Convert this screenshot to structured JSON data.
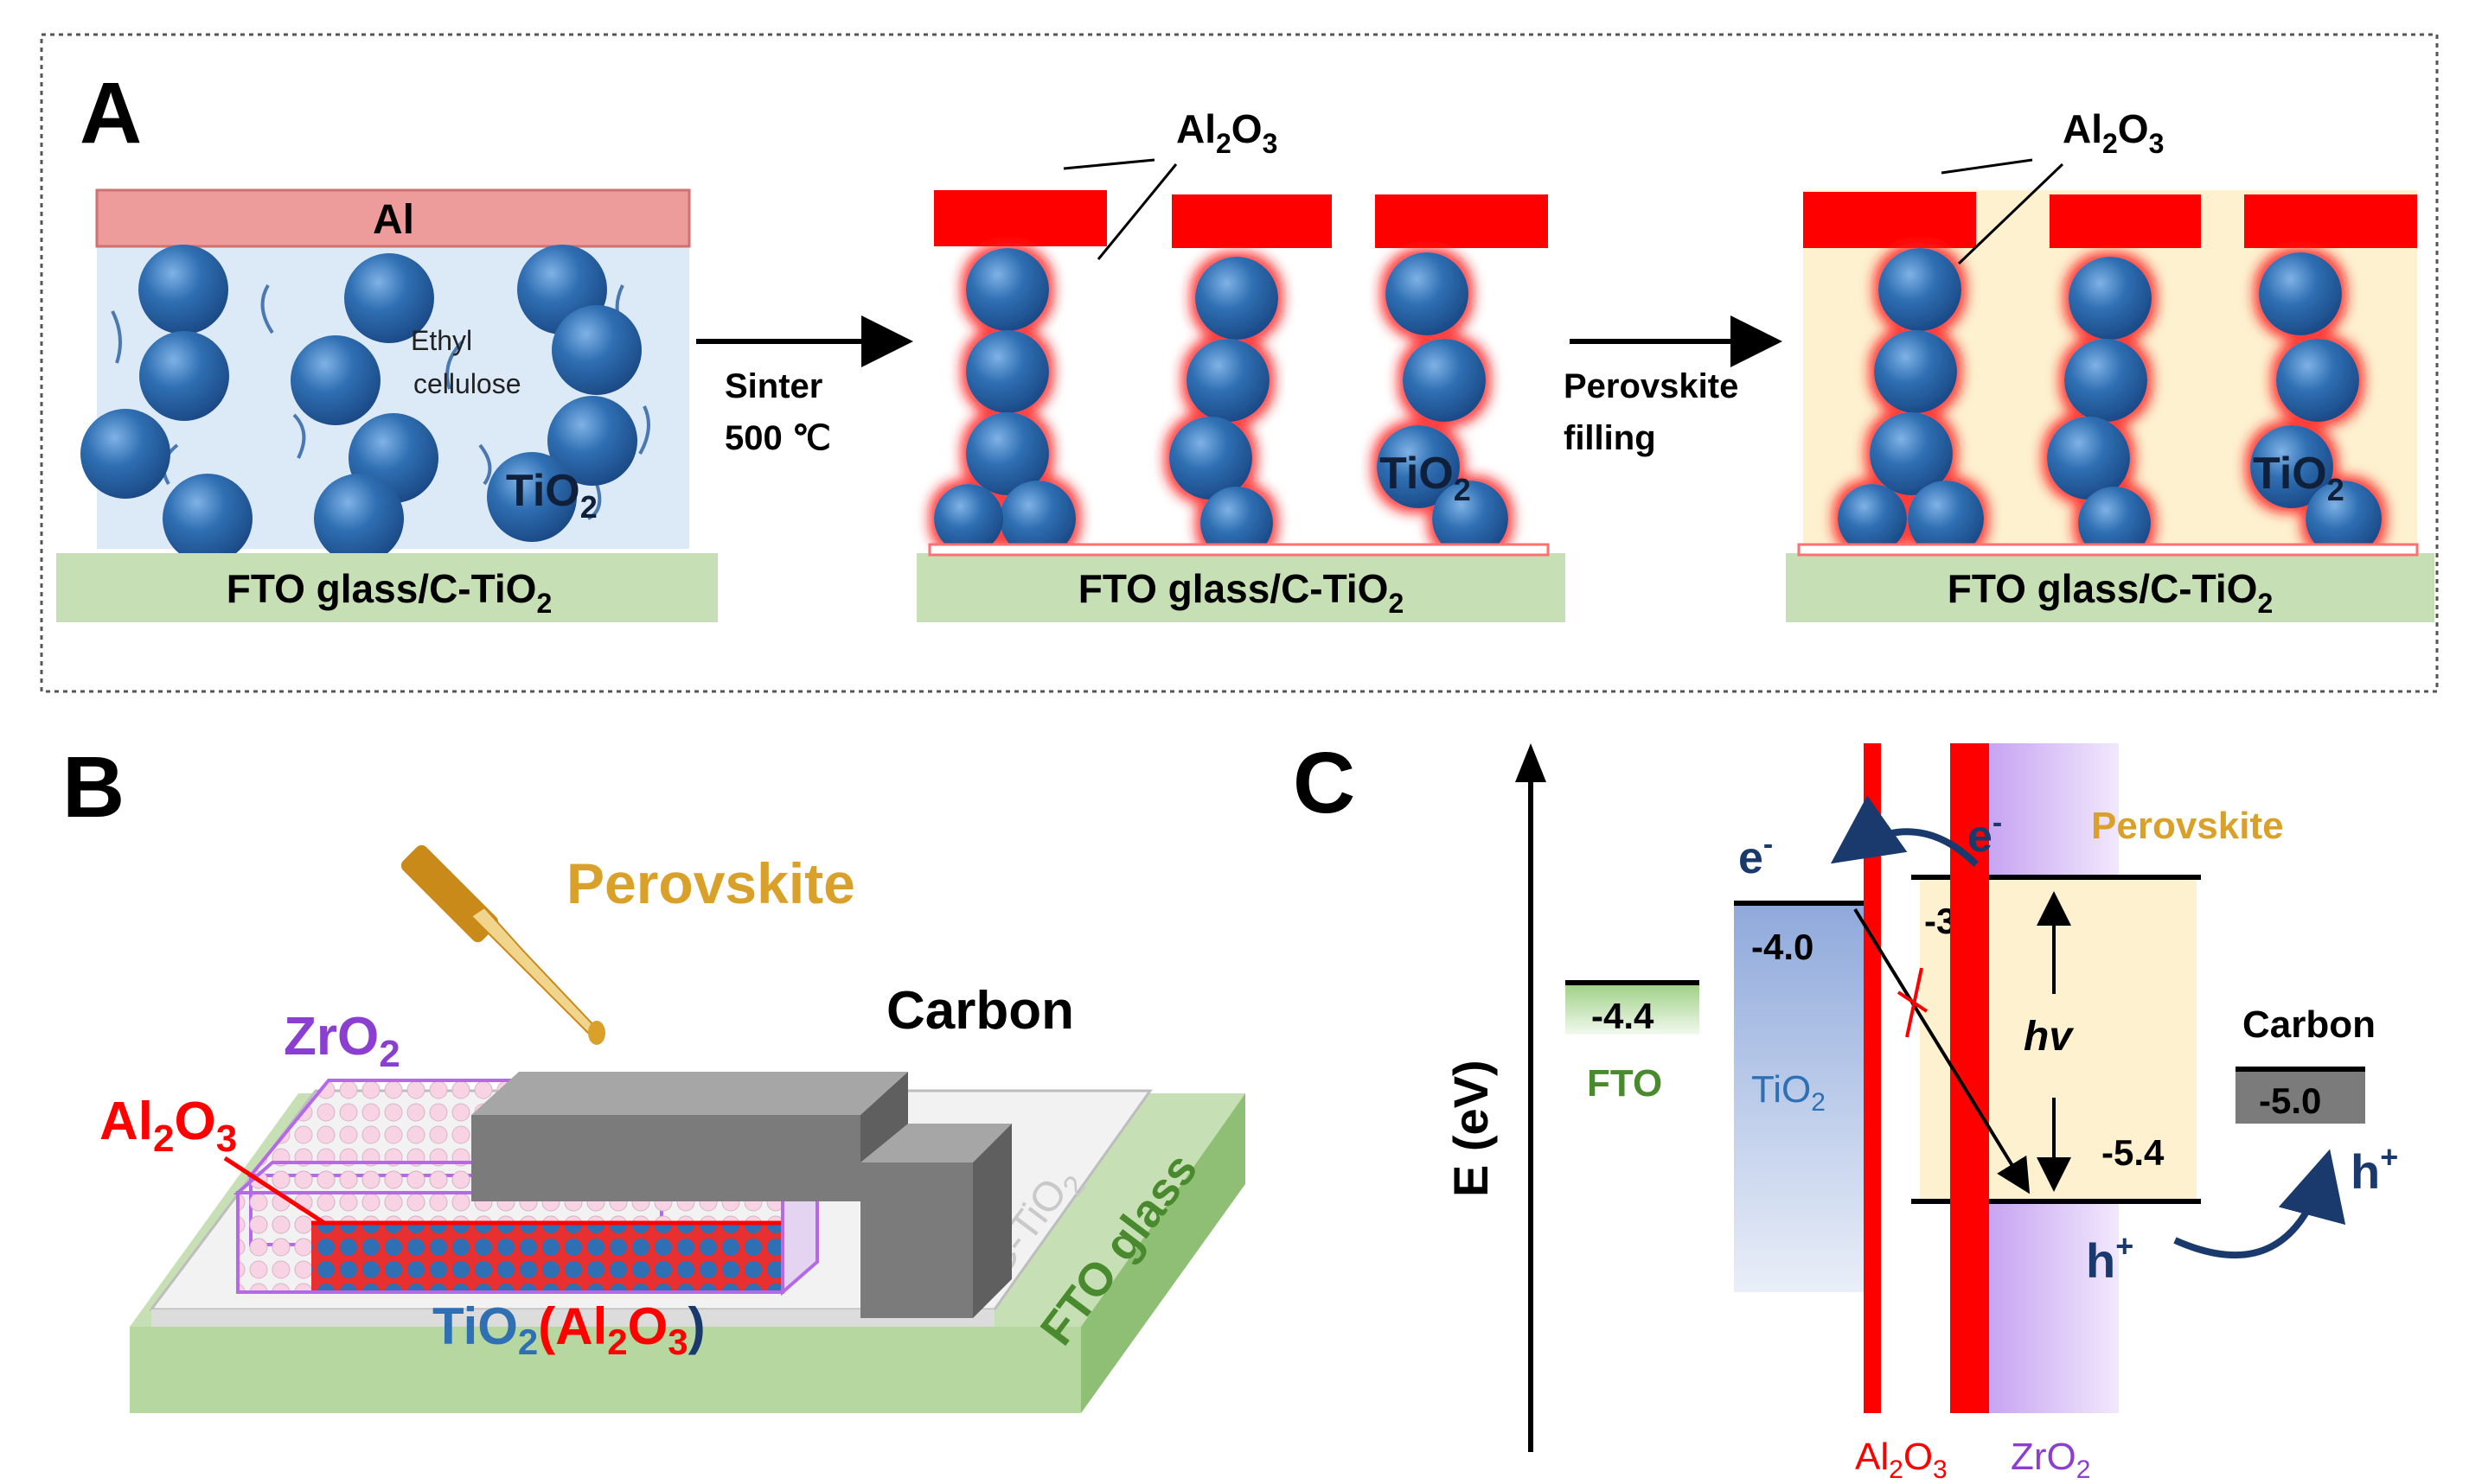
{
  "panels": {
    "a": {
      "letter": "A",
      "substrate_label": "FTO glass/C-TiO",
      "sub2": "2",
      "step1": {
        "al_label": "Al",
        "ethyl": "Ethyl",
        "cellulose": "cellulose",
        "tio2": "TiO",
        "sub2": "2"
      },
      "arrow1": {
        "line1": "Sinter",
        "line2": "500 ℃"
      },
      "step2": {
        "al2o3_a": "Al",
        "al2o3_b": "2",
        "al2o3_c": "O",
        "al2o3_d": "3",
        "tio2": "TiO",
        "sub2": "2"
      },
      "arrow2": {
        "line1": "Perovskite",
        "line2": "filling"
      },
      "step3": {
        "al2o3_a": "Al",
        "al2o3_b": "2",
        "al2o3_c": "O",
        "al2o3_d": "3",
        "tio2": "TiO",
        "sub2": "2"
      }
    },
    "b": {
      "letter": "B",
      "perovskite": "Perovskite",
      "carbon": "Carbon",
      "zro2": "ZrO",
      "zro2_sub": "2",
      "al2o3_a": "Al",
      "al2o3_b": "2",
      "al2o3_c": "O",
      "al2o3_d": "3",
      "ctio2": "C-TiO",
      "ctio2_sub": "2",
      "fto_glass": "FTO glass",
      "tio2_label_a": "TiO",
      "tio2_label_b": "2",
      "tio2_label_c": "(Al",
      "tio2_label_d": "2",
      "tio2_label_e": "O",
      "tio2_label_f": "3",
      "tio2_label_g": ")"
    },
    "c": {
      "letter": "C",
      "axis_label": "E (eV)",
      "fto_level": "-4.4",
      "fto_label": "FTO",
      "tio2_level": "-4.0",
      "tio2_label_a": "TiO",
      "tio2_label_b": "2",
      "pv_top": "-3.9",
      "pv_bottom": "-5.4",
      "hv": "hv",
      "perovskite": "Perovskite",
      "carbon": "Carbon",
      "carbon_level": "-5.0",
      "e_left": "e",
      "e_right": "e",
      "e_sup": "-",
      "h_left": "h",
      "h_right": "h",
      "h_sup": "+",
      "al2o3_a": "Al",
      "al2o3_b": "2",
      "al2o3_c": "O",
      "al2o3_d": "3",
      "zro2_a": "ZrO",
      "zro2_b": "2"
    }
  },
  "colors": {
    "tio2_ball": "#2f6fb3",
    "al2o3": "#ff0000",
    "fto": "#c6dfb4",
    "perovskite_fill": "#fdf1cf",
    "zro2": "#c8a8f0",
    "carbon": "#7b7b7b",
    "dark_blue": "#1a3a6e",
    "gold": "#d9a12a",
    "purple": "#8b3fd0",
    "green": "#4a8a2e"
  }
}
